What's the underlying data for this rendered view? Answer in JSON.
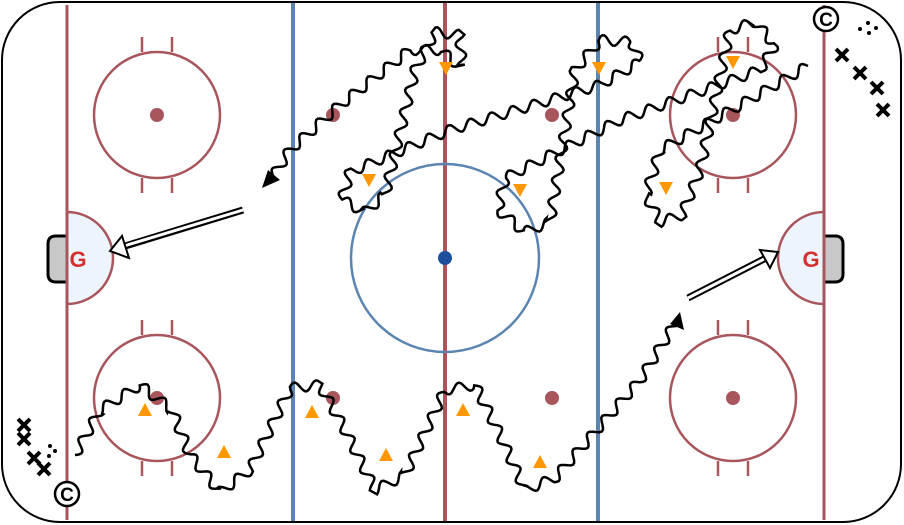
{
  "colors": {
    "red_line": "#a8555c",
    "blue_line": "#5b84b1",
    "center_dot": "#1f4f9c",
    "cone": "#ff9800",
    "crease_fill": "#eef4fb",
    "goalie_text": "#d32f2f",
    "net": "#c8c8c8",
    "path": "#000000"
  },
  "goalies": [
    {
      "label": "G"
    },
    {
      "label": "G"
    }
  ],
  "coaches": [
    {
      "label": "C"
    },
    {
      "label": "C"
    }
  ],
  "icons": {
    "cone_down": "triangle-down",
    "cone_up": "triangle-up",
    "player": "x-mark",
    "puck": "dot",
    "pass": "double-line-arrow",
    "skate": "wavy-arrow"
  }
}
